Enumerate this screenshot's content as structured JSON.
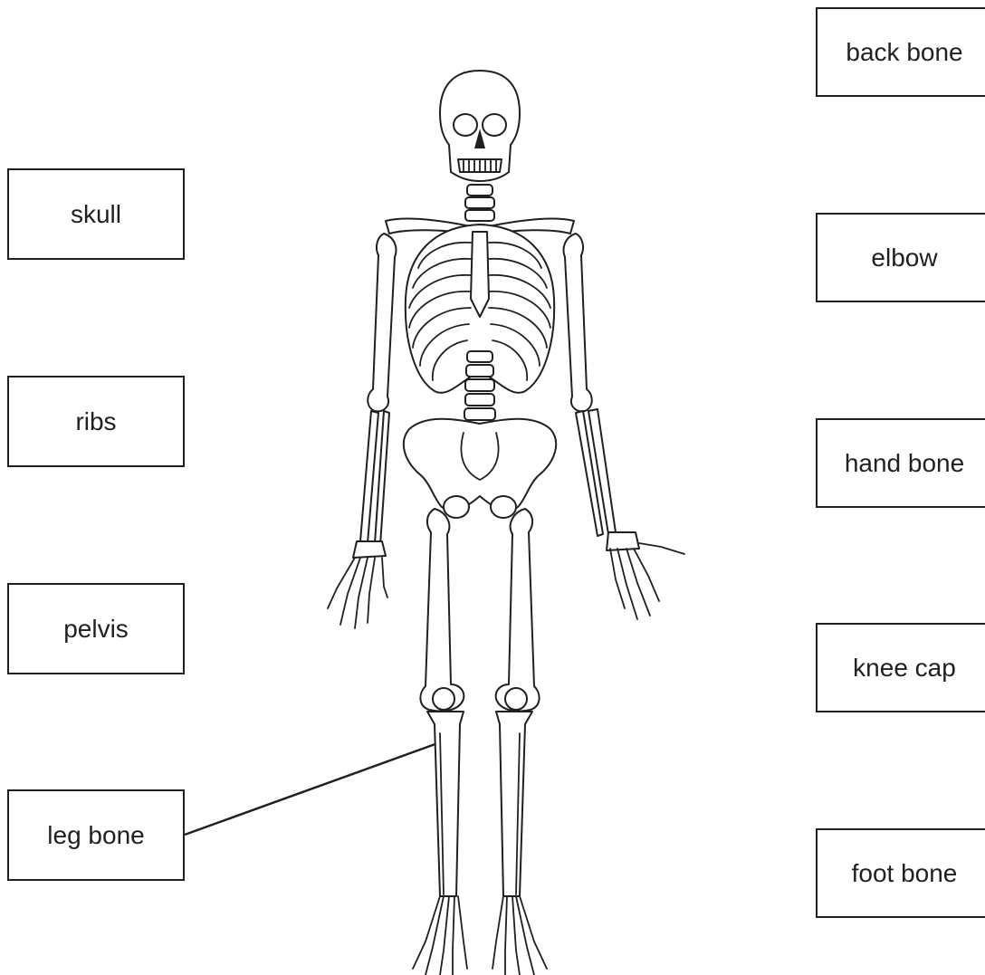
{
  "labels": {
    "skull": "skull",
    "ribs": "ribs",
    "pelvis": "pelvis",
    "leg_bone": "leg bone",
    "back_bone": "back bone",
    "elbow": "elbow",
    "hand_bone": "hand bone",
    "knee_cap": "knee cap",
    "foot_bone": "foot bone"
  },
  "colors": {
    "ink": "#231f20",
    "background": "#ffffff"
  }
}
